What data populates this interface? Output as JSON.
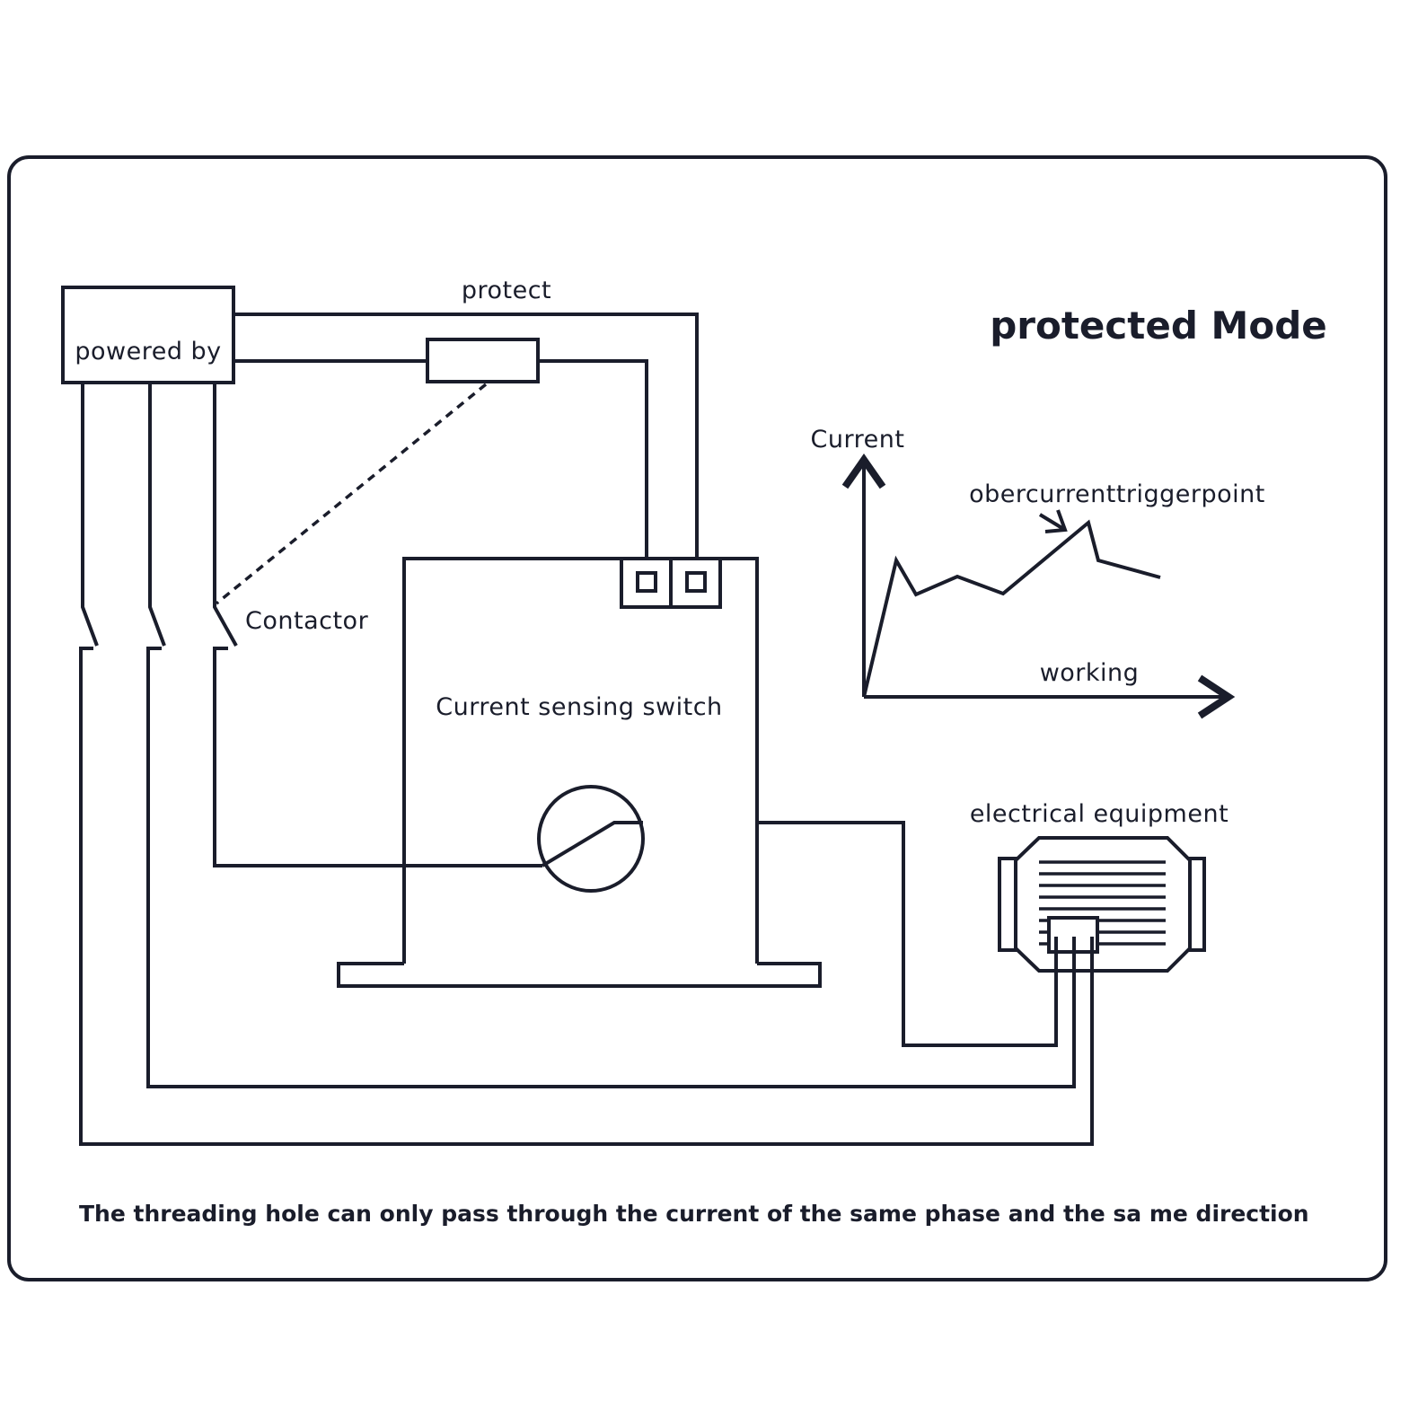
{
  "title": "protected Mode",
  "labels": {
    "powered_by": "powered by",
    "protect": "protect",
    "contactor": "Contactor",
    "current_sensing_switch": "Current sensing switch",
    "electrical_equipment": "electrical equipment"
  },
  "graph": {
    "y_label": "Current",
    "x_label": "working",
    "annotation": "obercurrenttriggerpoint"
  },
  "footnote": "The threading hole can only pass through the current of the same phase and the sa me direction"
}
